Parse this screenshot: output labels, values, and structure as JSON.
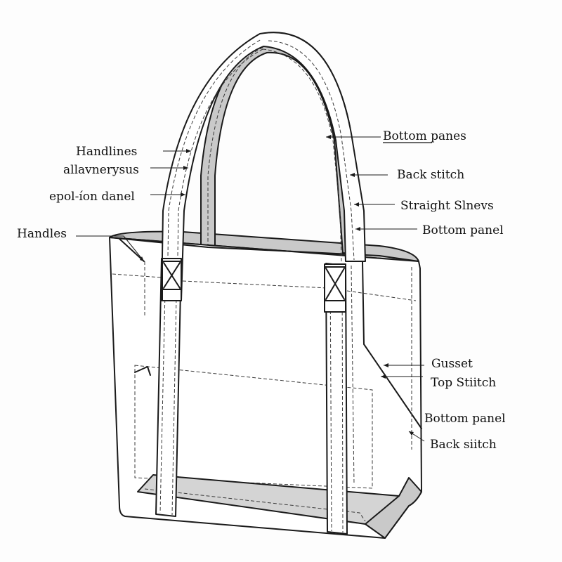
{
  "colors": {
    "outline": "#1a1a1a",
    "shade": "#c9c9c9",
    "background": "#fdfdfd"
  },
  "labels": {
    "handlines": "Handlines",
    "allavnerysus": "allavnerysus",
    "epolion_danel": "epol-íon danel",
    "handles": "Handles",
    "bottom_panes": "Bottom panes",
    "back_stitch_top": "Back stitch",
    "straight_slnevs": "Straight Slnevs",
    "bottom_panel_top": "Bottom panel",
    "gusset": "Gusset",
    "top_stiitch": "Top Stiitch",
    "bottom_panel_low": "Bottom panel",
    "back_siitch": "Back siitch"
  }
}
